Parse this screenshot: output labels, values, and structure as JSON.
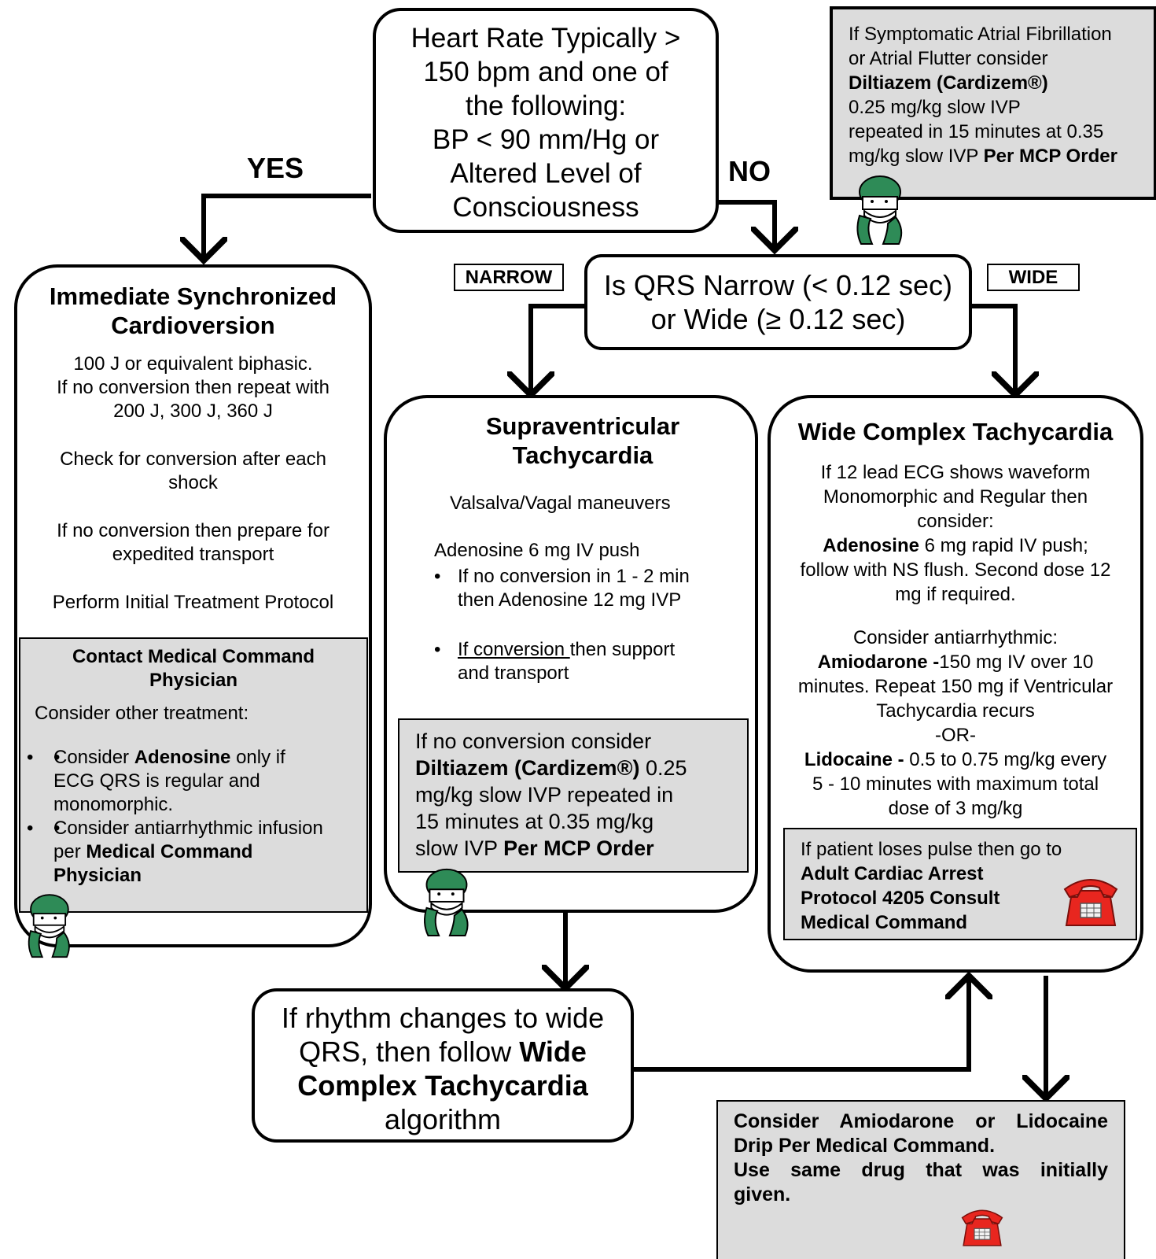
{
  "start": {
    "lines": [
      "Heart Rate Typically >",
      "150 bpm and one of",
      "the following:",
      "BP < 90 mm/Hg or",
      "Altered Level of",
      "Consciousness"
    ]
  },
  "labels": {
    "yes": "YES",
    "no": "NO",
    "narrow": "NARROW",
    "wide": "WIDE"
  },
  "afib": {
    "l1": "If Symptomatic Atrial Fibrillation",
    "l2": "or Atrial Flutter consider",
    "l3_bold": "Diltiazem (Cardizem®)",
    "l4": "0.25 mg/kg slow IVP",
    "l5": "repeated in 15 minutes at 0.35",
    "l6a": "mg/kg slow IVP ",
    "l6b": "Per MCP Order"
  },
  "qrs": {
    "l1": "Is QRS Narrow (< 0.12 sec)",
    "l2": "or Wide (≥ 0.12 sec)"
  },
  "cardioversion": {
    "title1": "Immediate Synchronized",
    "title2": "Cardioversion",
    "p1a": "100 J or equivalent biphasic.",
    "p1b": "If no conversion then repeat with",
    "p1c": "200 J, 300 J, 360 J",
    "p2a": "Check for conversion after each",
    "p2b": "shock",
    "p3a": "If no conversion then prepare for",
    "p3b": "expedited transport",
    "p4": "Perform Initial Treatment Protocol",
    "contact": {
      "title1": "Contact Medical Command",
      "title2": "Physician",
      "consider": "Consider other treatment:",
      "b1a": "Consider ",
      "b1b": "Adenosine",
      "b1c": " only if",
      "b1d": "ECG QRS is regular and",
      "b1e": "monomorphic.",
      "b2a": "Consider antiarrhythmic  infusion",
      "b2b": "per ",
      "b2c": "Medical  Command",
      "b2d": "Physician"
    }
  },
  "svt": {
    "title1": "Supraventricular",
    "title2": "Tachycardia",
    "p1": "Valsalva/Vagal maneuvers",
    "p2": "Adenosine 6 mg IV push",
    "b1a": "If no conversion in 1 - 2 min",
    "b1b": "then Adenosine 12 mg  IVP",
    "b2u": "If conversion ",
    "b2a": "then support",
    "b2b": "and transport",
    "gray": {
      "l1": "If no conversion consider",
      "l2a": "Diltiazem (Cardizem®)",
      "l2b": " 0.25",
      "l3": "mg/kg slow  IVP repeated in",
      "l4": "15 minutes at 0.35 mg/kg",
      "l5a": "slow IVP ",
      "l5b": "Per MCP Order"
    }
  },
  "wide": {
    "title": "Wide Complex Tachycardia",
    "p1a": "If 12 lead ECG shows waveform",
    "p1b": "Monomorphic and Regular then",
    "p1c": "consider:",
    "p2a": "Adenosine",
    "p2b": " 6 mg rapid IV push;",
    "p2c": "follow with NS flush. Second dose  12",
    "p2d": "mg if required.",
    "p3": "Consider antiarrhythmic:",
    "p4a": "Amiodarone -",
    "p4b": "150 mg IV over 10",
    "p4c": "minutes.  Repeat 150 mg if  Ventricular",
    "p4d": "Tachycardia recurs",
    "or": "-OR-",
    "p5a": "Lidocaine -",
    "p5b": " 0.5 to 0.75 mg/kg every",
    "p5c": "5 - 10 minutes with maximum total",
    "p5d": "dose of 3 mg/kg",
    "gray": {
      "l1": "If patient loses pulse then go to",
      "l2": "Adult Cardiac Arrest",
      "l3": "Protocol  4205 Consult",
      "l4": "Medical Command"
    }
  },
  "rhythm": {
    "l1": "If rhythm changes to wide",
    "l2a": "QRS, then follow ",
    "l2b": "Wide",
    "l3": "Complex Tachycardia",
    "l4": "algorithm"
  },
  "drip": {
    "l1": "Consider  Amiodarone  or  Lidocaine",
    "l2": "Drip Per Medical Command.",
    "l3": "Use  same  drug  that  was  initially",
    "l4": "given."
  },
  "colors": {
    "gray_box": "#dcdcdc",
    "phone_red": "#e8261f",
    "doctor_green": "#2e8b57"
  },
  "icons": [
    "doctor-icon",
    "telephone-icon"
  ]
}
